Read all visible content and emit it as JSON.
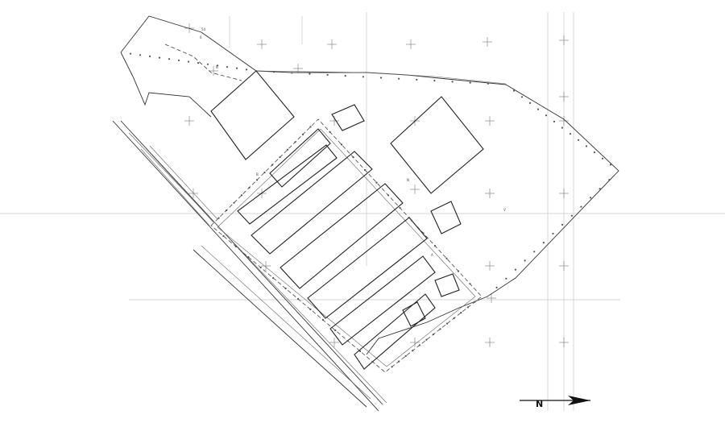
{
  "map": {
    "north_label": "N",
    "plot_labels": [
      "54",
      "6",
      "B"
    ],
    "building_labels": [
      {
        "id": "b1",
        "text": "N"
      },
      {
        "id": "b2",
        "text": "B"
      },
      {
        "id": "b3",
        "text": "A"
      },
      {
        "id": "b4",
        "text": "V"
      }
    ]
  },
  "colors": {
    "ink": "#333333",
    "grid": "#c9c9c9",
    "paper": "#ffffff"
  },
  "icons": [
    "north-arrow-icon",
    "survey-cross-icon"
  ]
}
